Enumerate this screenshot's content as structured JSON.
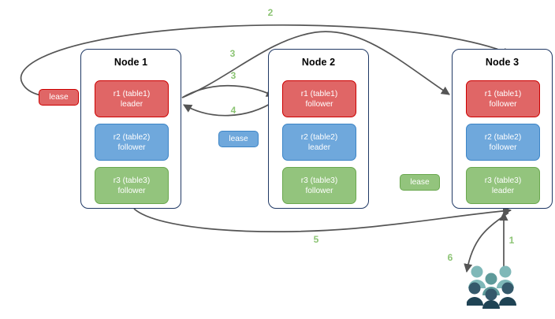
{
  "diagram": {
    "title_visible": false,
    "palette": {
      "red": "#e06666",
      "red_border": "#cc0000",
      "blue": "#6fa8dc",
      "blue_border": "#3d85c6",
      "green": "#93c47d",
      "green_border": "#6aa84f",
      "node_border": "#1f3864",
      "edge": "#555555",
      "label": "#8cc474",
      "users_light": "#7fb8b8",
      "users_dark": "#2f4f5f"
    }
  },
  "nodes": [
    {
      "title": "Node 1",
      "replicas": [
        {
          "name": "r1 (table1)",
          "role": "leader"
        },
        {
          "name": "r2 (table2)",
          "role": "follower"
        },
        {
          "name": "r3 (table3)",
          "role": "follower"
        }
      ]
    },
    {
      "title": "Node 2",
      "replicas": [
        {
          "name": "r1 (table1)",
          "role": "follower"
        },
        {
          "name": "r2 (table2)",
          "role": "leader"
        },
        {
          "name": "r3 (table3)",
          "role": "follower"
        }
      ]
    },
    {
      "title": "Node 3",
      "replicas": [
        {
          "name": "r1 (table1)",
          "role": "follower"
        },
        {
          "name": "r2 (table2)",
          "role": "follower"
        },
        {
          "name": "r3 (table3)",
          "role": "leader"
        }
      ]
    }
  ],
  "leases": [
    {
      "label": "lease",
      "color": "red"
    },
    {
      "label": "lease",
      "color": "blue"
    },
    {
      "label": "lease",
      "color": "green"
    }
  ],
  "edge_labels": [
    {
      "id": "1",
      "text": "1"
    },
    {
      "id": "2",
      "text": "2"
    },
    {
      "id": "3a",
      "text": "3"
    },
    {
      "id": "3b",
      "text": "3"
    },
    {
      "id": "4",
      "text": "4"
    },
    {
      "id": "5",
      "text": "5"
    },
    {
      "id": "6",
      "text": "6"
    }
  ],
  "icons": {
    "users": "users-icon"
  }
}
